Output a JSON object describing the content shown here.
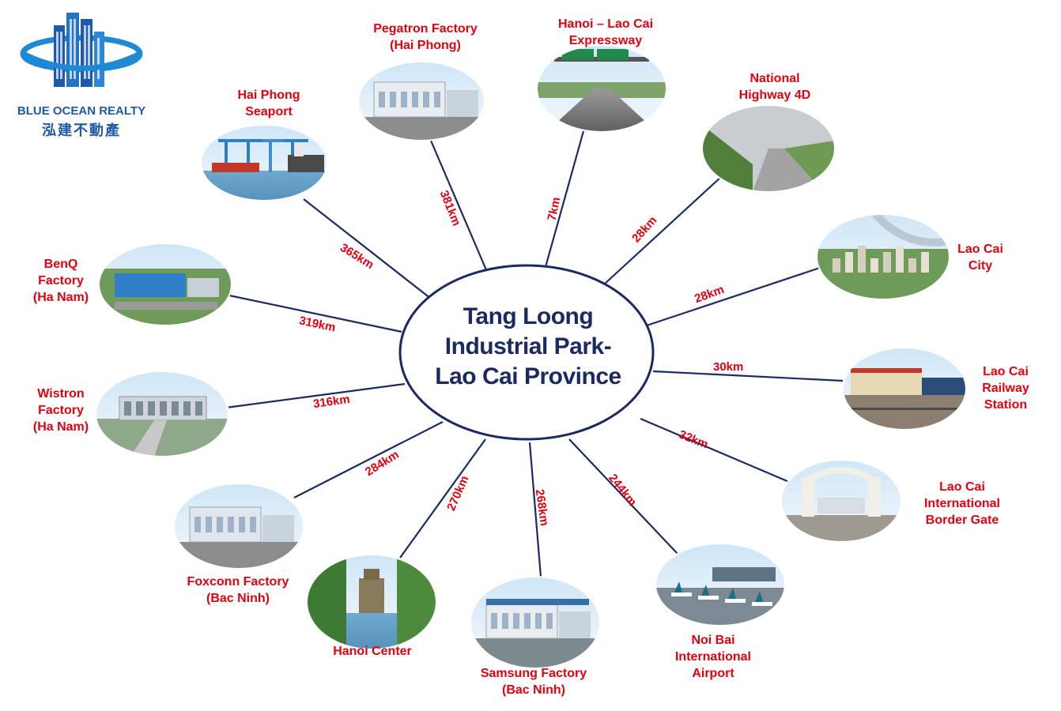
{
  "logo": {
    "name": "BLUE OCEAN REALTY",
    "cjk": "泓建不動產"
  },
  "center": {
    "label": "Tang Loong\nIndustrial Park-\nLao Cai Province"
  },
  "colors": {
    "accent": "#e3000f",
    "navy": "#1b2a63",
    "brand": "#1e5aa8"
  },
  "destinations": [
    {
      "id": "hai-phong-seaport",
      "label": "Hai Phong\nSeaport",
      "distance": "365km"
    },
    {
      "id": "pegatron-factory",
      "label": "Pegatron Factory\n(Hai Phong)",
      "distance": "381km"
    },
    {
      "id": "hanoi-lao-cai-expressway",
      "label": "Hanoi – Lao Cai\nExpressway",
      "distance": "7km"
    },
    {
      "id": "national-highway-4d",
      "label": "National\nHighway 4D",
      "distance": "28km"
    },
    {
      "id": "lao-cai-city",
      "label": "Lao Cai\nCity",
      "distance": "28km"
    },
    {
      "id": "lao-cai-railway-station",
      "label": "Lao Cai\nRailway\nStation",
      "distance": "30km"
    },
    {
      "id": "lao-cai-border-gate",
      "label": "Lao Cai\nInternational\nBorder Gate",
      "distance": "32km"
    },
    {
      "id": "noi-bai-airport",
      "label": "Noi Bai\nInternational\nAirport",
      "distance": "244km"
    },
    {
      "id": "samsung-factory",
      "label": "Samsung Factory\n(Bac Ninh)",
      "distance": "268km"
    },
    {
      "id": "hanoi-center",
      "label": "Hanoi Center",
      "distance": "270km"
    },
    {
      "id": "foxconn-factory",
      "label": "Foxconn Factory\n(Bac Ninh)",
      "distance": "284km"
    },
    {
      "id": "wistron-factory",
      "label": "Wistron\nFactory\n(Ha Nam)",
      "distance": "316km"
    },
    {
      "id": "benq-factory",
      "label": "BenQ\nFactory\n(Ha Nam)",
      "distance": "319km"
    }
  ]
}
